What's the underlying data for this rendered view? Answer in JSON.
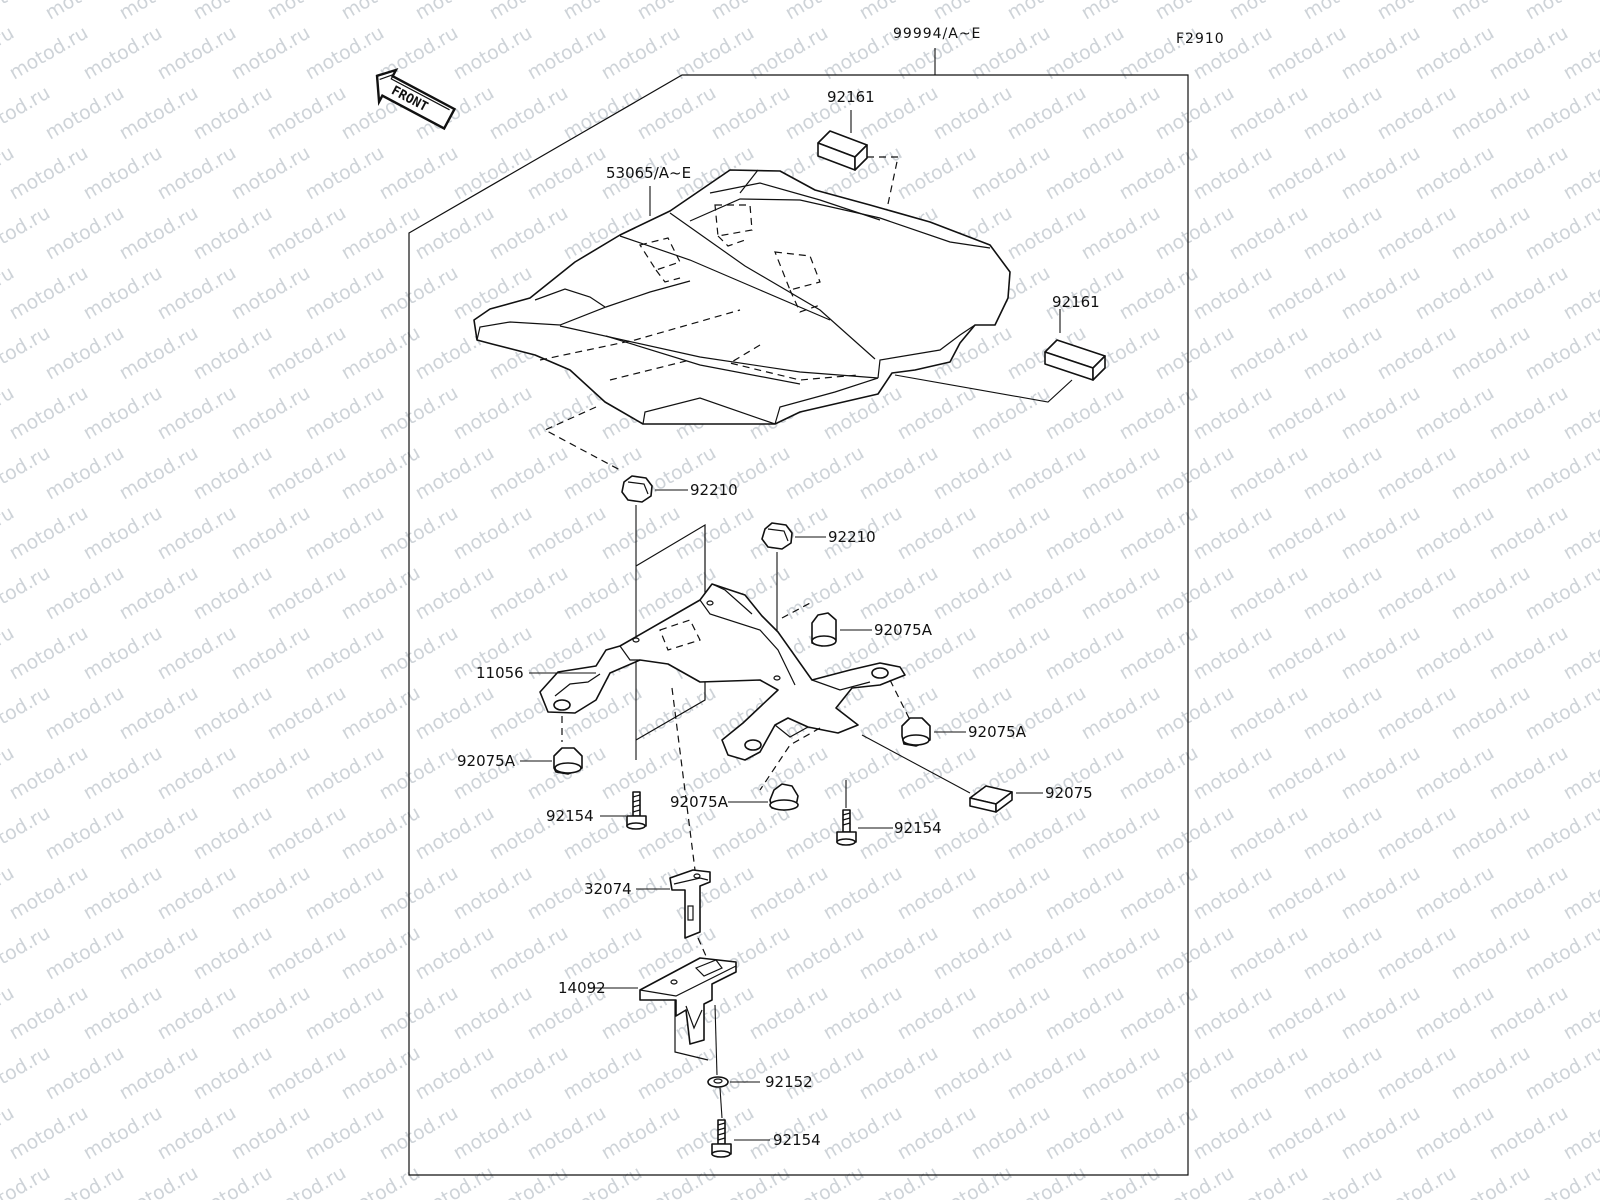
{
  "diagram": {
    "figure_code": "F2910",
    "watermark_text": "motod.ru",
    "front_arrow_text": "FRONT",
    "labels": {
      "kit": "99994/A~E",
      "seat_cover": "53065/A~E",
      "pad_top": "92161",
      "pad_right": "92161",
      "nut_left": "92210",
      "nut_right": "92210",
      "bracket": "11056",
      "damper_a1": "92075A",
      "damper_a2": "92075A",
      "damper_a3": "92075A",
      "damper_a4": "92075A",
      "damper_b": "92075",
      "bolt_left": "92154",
      "bolt_right": "92154",
      "bolt_bottom": "92154",
      "plate": "32074",
      "holder": "14092",
      "washer": "92152"
    }
  },
  "colors": {
    "line": "#111111",
    "watermark": "#ced3d8",
    "background": "#ffffff"
  }
}
